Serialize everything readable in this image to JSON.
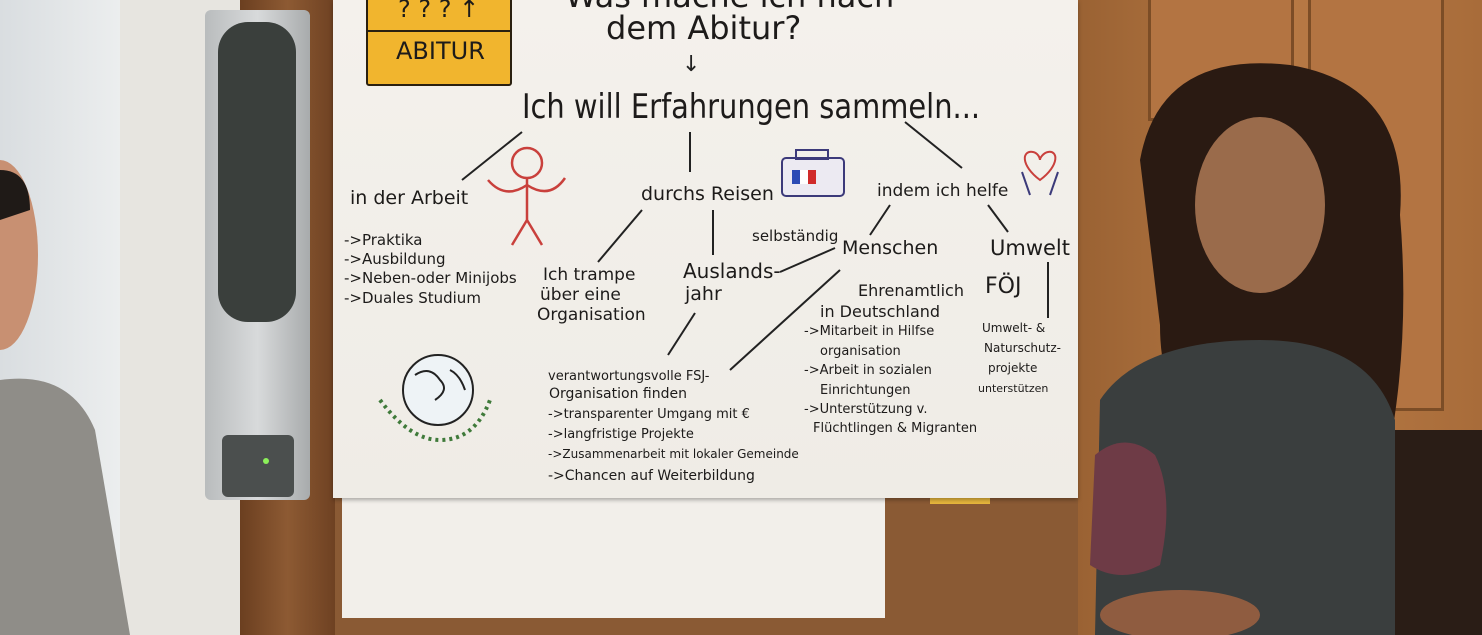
{
  "sign": {
    "top": "? ? ? ↑",
    "label": "ABITUR"
  },
  "title": {
    "line1": "Was mache ich nach",
    "line2": "dem Abitur?"
  },
  "main": "Ich will Erfahrungen sammeln...",
  "branches": {
    "arbeit": {
      "label": "in der Arbeit",
      "items": [
        "->Praktika",
        "->Ausbildung",
        "->Neben-oder Minijobs",
        "->Duales Studium"
      ]
    },
    "reisen": {
      "label": "durchs Reisen",
      "selbstaendig": "selbständig",
      "trampe": [
        "Ich trampe",
        "über eine",
        "Organisation"
      ],
      "ausland": [
        "Auslands-",
        "jahr"
      ]
    },
    "helfen": {
      "label": "indem ich helfe",
      "menschen": "Menschen",
      "umwelt": "Umwelt",
      "foej": "FÖJ",
      "ehrenamt": [
        "Ehrenamtlich",
        "in Deutschland"
      ],
      "menschen_items": [
        "->Mitarbeit in Hilfse",
        "organisation",
        "->Arbeit in sozialen",
        "Einrichtungen",
        "->Unterstützung v.",
        "Flüchtlingen & Migranten"
      ],
      "umwelt_items": [
        "Umwelt- &",
        "Naturschutz-",
        "projekte",
        "unterstützen"
      ]
    }
  },
  "fsj": {
    "lines": [
      "verantwortungsvolle FSJ-",
      "Organisation finden"
    ],
    "items": [
      "->transparenter Umgang mit €",
      "->langfristige Projekte",
      "->Zusammenarbeit mit lokaler Gemeinde",
      "->Chancen auf Weiterbildung"
    ]
  }
}
